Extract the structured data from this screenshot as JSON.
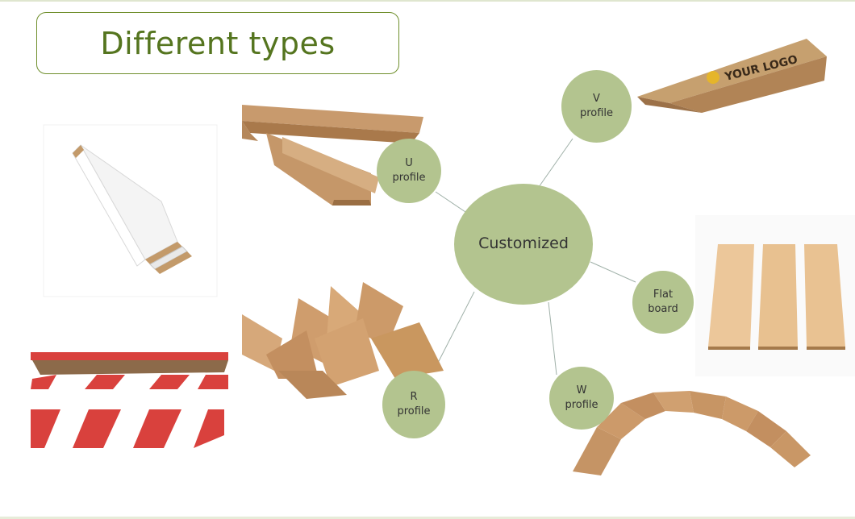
{
  "title": "Different types",
  "center": "Customized",
  "nodes": {
    "u": "U\nprofile",
    "v": "V\nprofile",
    "flat": "Flat\nboard",
    "w": "W\nprofile",
    "r": "R\nprofile"
  },
  "logo_text": "YOUR LOGO",
  "colors": {
    "accent": "#6f8f2c",
    "node_fill": "#b3c48f",
    "kraft": "#c49a6c",
    "stripe_red": "#d9413d"
  }
}
